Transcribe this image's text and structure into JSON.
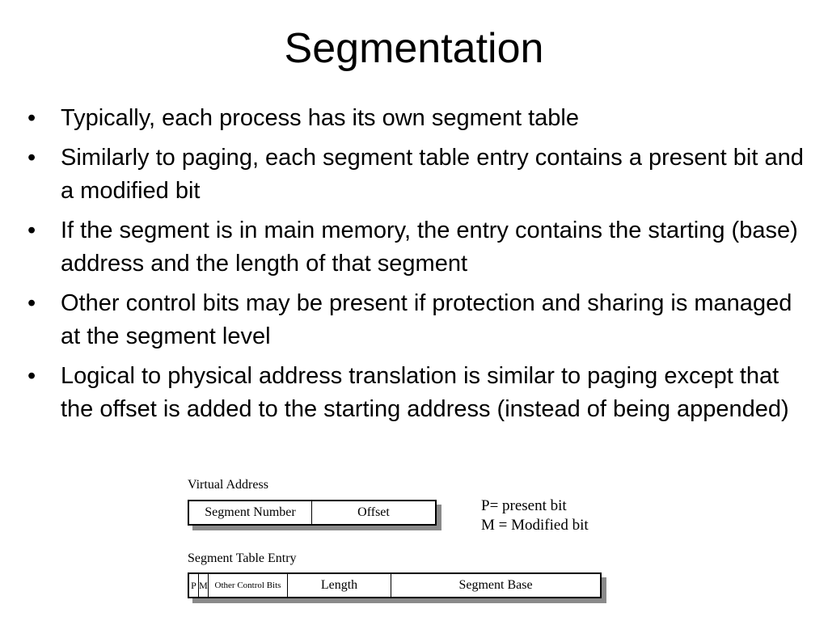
{
  "title": "Segmentation",
  "bullets": [
    "Typically, each process has its own segment table",
    "Similarly to paging, each segment table entry contains a present bit and a modified bit",
    "If the segment is in main memory, the entry contains the starting (base) address and the length of that segment",
    "Other control bits may be present if protection and sharing is managed at the segment level",
    "Logical to physical address translation is similar to paging except that the offset is added to the starting address (instead of being appended)"
  ],
  "bullet_symbol": "•",
  "diagram": {
    "virtual_address_label": "Virtual Address",
    "virtual_address_fields": [
      "Segment Number",
      "Offset"
    ],
    "legend": [
      "P= present bit",
      "M = Modified bit"
    ],
    "segment_table_entry_label": "Segment Table Entry",
    "segment_table_entry_fields": [
      "P",
      "M",
      "Other Control Bits",
      "Length",
      "Segment Base"
    ],
    "shadow_color": "#8a8a8a"
  }
}
